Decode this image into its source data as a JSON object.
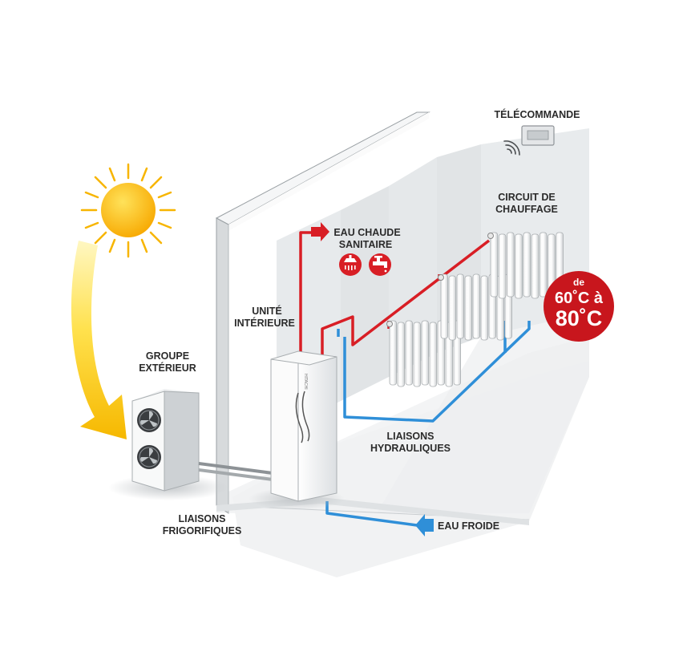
{
  "labels": {
    "telecommande": "TÉLÉCOMMANDE",
    "circuit_line1": "CIRCUIT DE",
    "circuit_line2": "CHAUFFAGE",
    "eau_chaude_line1": "EAU CHAUDE",
    "eau_chaude_line2": "SANITAIRE",
    "unite_line1": "UNITÉ",
    "unite_line2": "INTÉRIEURE",
    "groupe_line1": "GROUPE",
    "groupe_line2": "EXTÉRIEUR",
    "liaisons_hydro_line1": "LIAISONS",
    "liaisons_hydro_line2": "HYDRAULIQUES",
    "liaisons_frigo_line1": "LIAISONS",
    "liaisons_frigo_line2": "FRIGORIFIQUES",
    "eau_froide": "EAU FROIDE",
    "brand": "HITACHI"
  },
  "temp_badge": {
    "prefix": "de",
    "low": "60˚C à",
    "high": "80˚C"
  },
  "colors": {
    "hot_pipe": "#d81e25",
    "cold_pipe": "#2f8fd8",
    "badge": "#c8161d",
    "sun": "#f7b500",
    "arrow": "#f5c000",
    "wall": "#e9ecee",
    "text": "#2b2b2b"
  },
  "icons": [
    "sun-icon",
    "shower-icon",
    "faucet-icon",
    "thermostat-icon",
    "wifi-signal-icon",
    "fan-icon"
  ]
}
